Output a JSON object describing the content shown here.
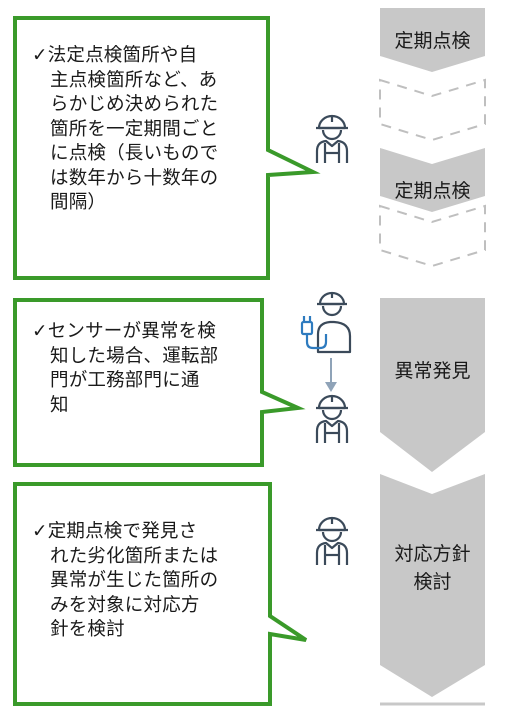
{
  "colors": {
    "bubble_border": "#3a9a2a",
    "chevron": "#c8c8c8",
    "dashed": "#bfbfbf",
    "icon": "#3b4a5a",
    "arrow": "#8fa3b8"
  },
  "bubbles": [
    {
      "lines": [
        "✓法定点検箇所や自",
        "主点検箇所など、あ",
        "らかじめ決められた",
        "箇所を一定期間ごと",
        "に点検（長いもので",
        "は数年から十数年の",
        "間隔）"
      ]
    },
    {
      "lines": [
        "✓センサーが異常を検",
        "知した場合、運転部",
        "門が工務部門に通",
        "知"
      ]
    },
    {
      "lines": [
        "✓定期点検で発見さ",
        "れた劣化箇所または",
        "異常が生じた箇所の",
        "みを対象に対応方",
        "針を検討"
      ]
    }
  ],
  "steps": [
    {
      "label": "定期点検"
    },
    {
      "label": "定期点検"
    },
    {
      "label": "異常発見"
    },
    {
      "label": "対応方針検討",
      "lines": [
        "対応方針",
        "検討"
      ]
    }
  ],
  "icons": {
    "worker": "hardhat-worker-icon",
    "sensor": "sensor-plug-icon",
    "arrow": "down-arrow-icon"
  }
}
